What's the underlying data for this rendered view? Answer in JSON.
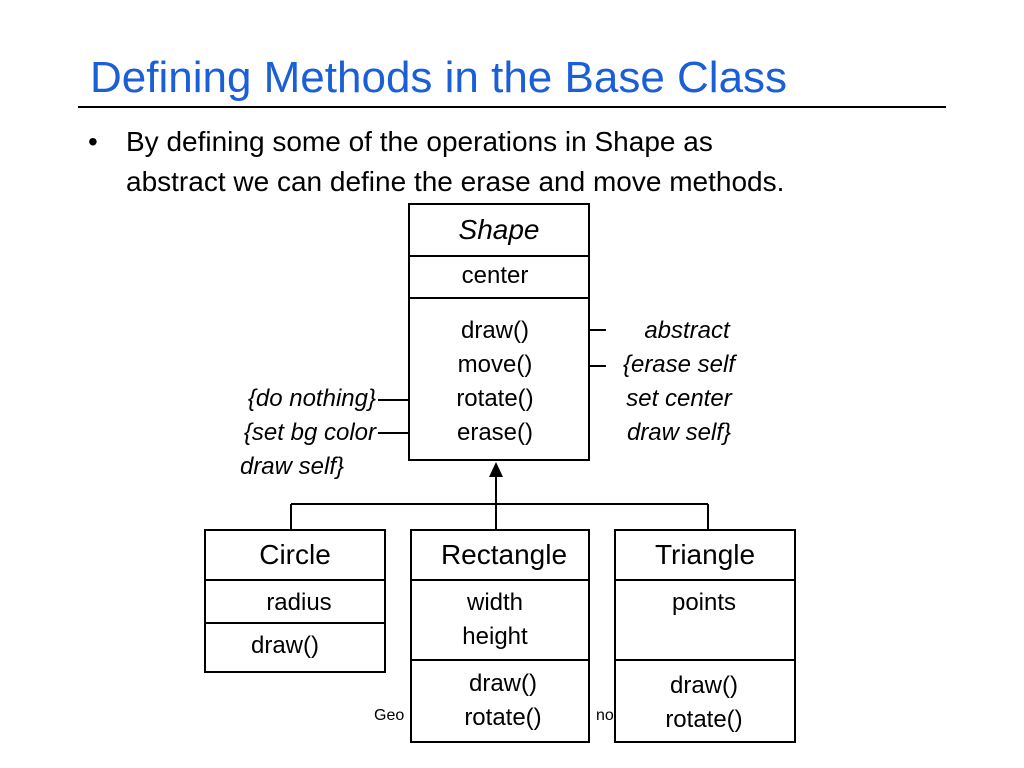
{
  "slide": {
    "title": "Defining Methods in the Base Class",
    "bullet_symbol": "•",
    "bullet_lines": [
      "By defining some of the operations in Shape as",
      "abstract we can define the erase and move methods."
    ]
  },
  "diagram": {
    "shape": {
      "name": "Shape",
      "attribute": "center",
      "methods": [
        "draw()",
        "move()",
        "rotate()",
        "erase()"
      ]
    },
    "annotations": {
      "draw": "abstract",
      "move": [
        "{erase self",
        "set center",
        "draw self}"
      ],
      "rotate": "{do nothing}",
      "erase": [
        "{set bg color",
        "draw self}"
      ]
    },
    "circle": {
      "name": "Circle",
      "attributes": [
        "radius"
      ],
      "methods": [
        "draw()"
      ]
    },
    "rectangle": {
      "name": "Rectangle",
      "attributes": [
        "width",
        "height"
      ],
      "methods": [
        "draw()",
        "rotate()"
      ]
    },
    "triangle": {
      "name": "Triangle",
      "attributes": [
        "points"
      ],
      "methods": [
        "draw()",
        "rotate()"
      ]
    }
  },
  "footer": {
    "text": "Geo",
    "text_tail": "no"
  },
  "colors": {
    "title": "#1a5fd6",
    "lines": "#000000"
  }
}
